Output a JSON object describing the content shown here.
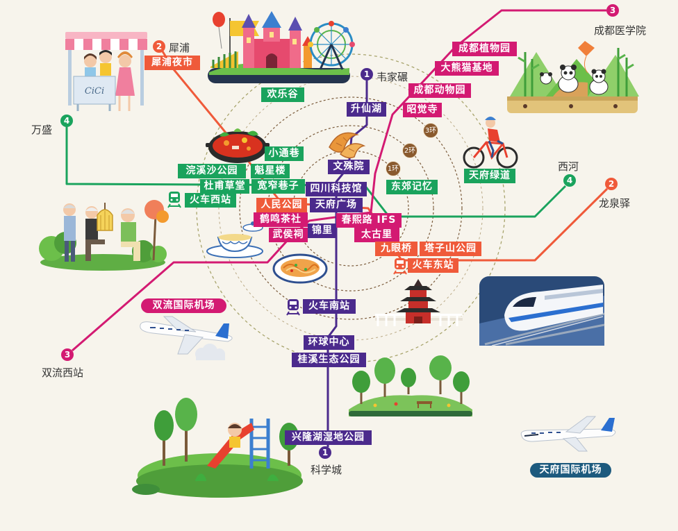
{
  "colors": {
    "line1": "#4b2a8c",
    "line2": "#ef5a3a",
    "line3": "#d31a72",
    "line4": "#1aa35d",
    "airport": "#1d5a7e",
    "ring": "#8a5a2e",
    "background": "#f7f4ec"
  },
  "terminals": {
    "weijianian": {
      "number": "1",
      "name": "韦家碾"
    },
    "kexuecheng": {
      "number": "1",
      "name": "科学城"
    },
    "xipu": {
      "number": "2",
      "name": "犀浦"
    },
    "longquanyi": {
      "number": "2",
      "name": "龙泉驿"
    },
    "chengdu_medical": {
      "number": "3",
      "name": "成都医学院"
    },
    "shuangliu_west": {
      "number": "3",
      "name": "双流西站"
    },
    "wansheng": {
      "number": "4",
      "name": "万盛"
    },
    "xihe": {
      "number": "4",
      "name": "西河"
    }
  },
  "rings": {
    "ring1": "1环",
    "ring2": "2环",
    "ring3": "3环"
  },
  "stations": {
    "xipu_night_market": "犀浦夜市",
    "happy_valley": "欢乐谷",
    "shengxianhu": "升仙湖",
    "botanical_garden": "成都植物园",
    "panda_base": "大熊猫基地",
    "zoo": "成都动物园",
    "zhaojue_temple": "昭觉寺",
    "xiaotong_lane": "小通巷",
    "huanxisha_park": "浣溪沙公园",
    "kuixing_tower": "魁星楼",
    "dufu_cottage": "杜甫草堂",
    "kuanzhai_alley": "宽窄巷子",
    "west_station": "火车西站",
    "wenshu_temple": "文殊院",
    "science_museum": "四川科技馆",
    "tianfu_square": "天府广场",
    "peoples_park": "人民公园",
    "heming_teahouse": "鹤鸣茶社",
    "wuhou_shrine": "武侯祠",
    "jinli": "锦里",
    "chunxi_ifs": "春熙路 IFS",
    "taikoo_li": "太古里",
    "east_suburb_memory": "东郊记忆",
    "jiuyan_bridge": "九眼桥",
    "tazishan_park": "塔子山公园",
    "east_station": "火车东站",
    "tianfu_greenway": "天府绿道",
    "shuangliu_airport": "双流国际机场",
    "south_station": "火车南站",
    "global_center": "环球中心",
    "guixi_park": "桂溪生态公园",
    "xinglong_lake": "兴隆湖湿地公园",
    "tianfu_airport": "天府国际机场"
  },
  "stall_sign": "CiCi"
}
